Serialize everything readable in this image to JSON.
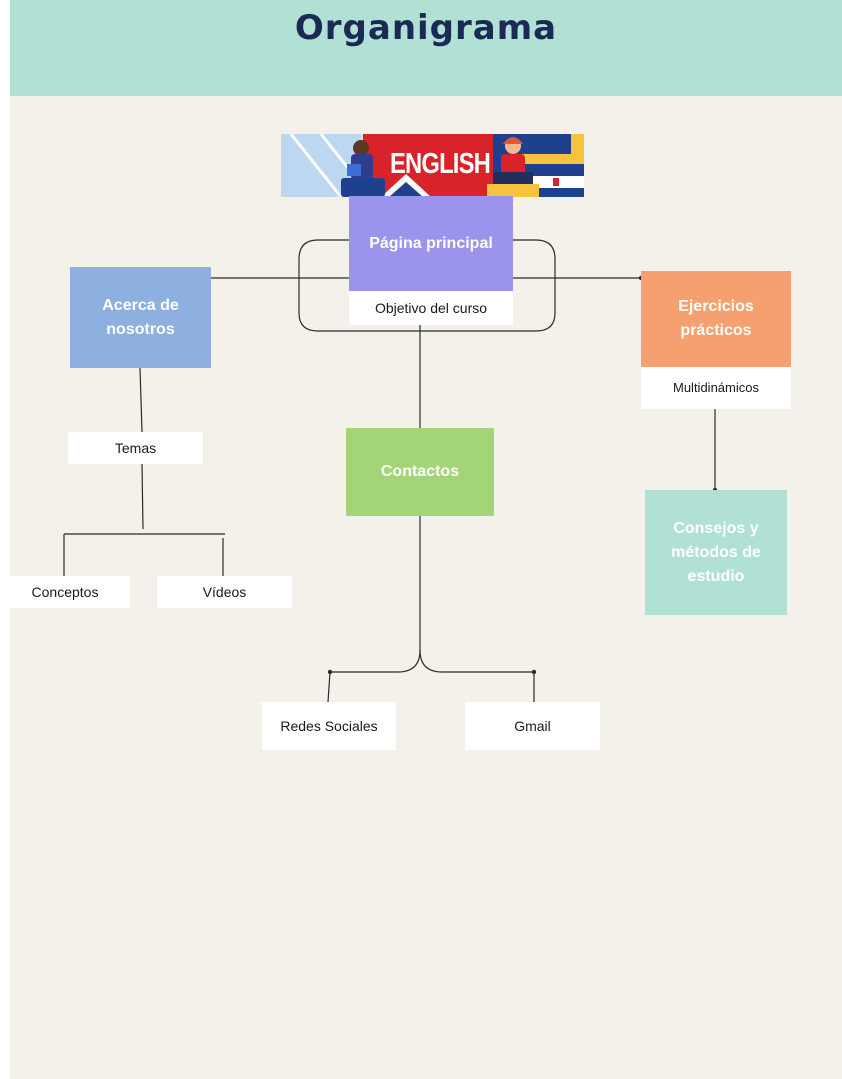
{
  "title": "Organigrama",
  "banner": {
    "text": "ENGLISH",
    "colors": {
      "red": "#d8232a",
      "navy": "#1f3f8f",
      "light_blue": "#cfe3f4",
      "yellow": "#f5c43c"
    }
  },
  "nodes": {
    "pagina_principal": "Página principal",
    "objetivo_del_curso": "Objetivo del curso",
    "acerca_de_nosotros": "Acerca de nosotros",
    "ejercicios_practicos": "Ejercicios prácticos",
    "multidinamicos": "Multidinámicos",
    "temas": "Temas",
    "contactos": "Contactos",
    "consejos": "Consejos y métodos de estudio",
    "conceptos": "Conceptos",
    "videos": "Vídeos",
    "redes_sociales": "Redes Sociales",
    "gmail": "Gmail"
  },
  "colors": {
    "header_bg": "#b1e1d5",
    "canvas_bg": "#f4f0ea",
    "title_color": "#1b2a55",
    "pagina_principal": "#9a94ec",
    "acerca_de_nosotros": "#8eb0e0",
    "ejercicios_practicos": "#f5a06e",
    "contactos": "#a3d578",
    "consejos": "#b1e1d5",
    "line": "#2b2b2b"
  }
}
